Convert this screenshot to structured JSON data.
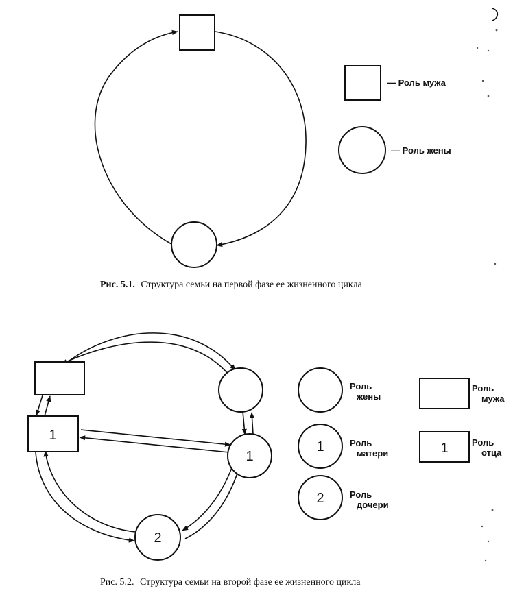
{
  "figure1": {
    "caption_label": "Рис. 5.1.",
    "caption_text": "Структура семьи на первой фазе ее жизненного цикла",
    "legend": {
      "husband": "— Роль мужа",
      "wife": "— Роль жены"
    }
  },
  "figure2": {
    "caption_label": "Рис. 5.2.",
    "caption_text": "Структура семьи на второй фазе ее жизненного цикла",
    "nodes": {
      "father_number": "1",
      "mother_number": "1",
      "daughter_number": "2"
    },
    "legend": {
      "wife_line1": "Роль",
      "wife_line2": "жены",
      "husband_line1": "Роль",
      "husband_line2": "мужа",
      "mother_number": "1",
      "mother_line1": "Роль",
      "mother_line2": "матери",
      "father_number": "1",
      "father_line1": "Роль",
      "father_line2": "отца",
      "daughter_number": "2",
      "daughter_line1": "Роль",
      "daughter_line2": "дочери"
    }
  },
  "colors": {
    "ink": "#111111",
    "paper": "#ffffff"
  }
}
